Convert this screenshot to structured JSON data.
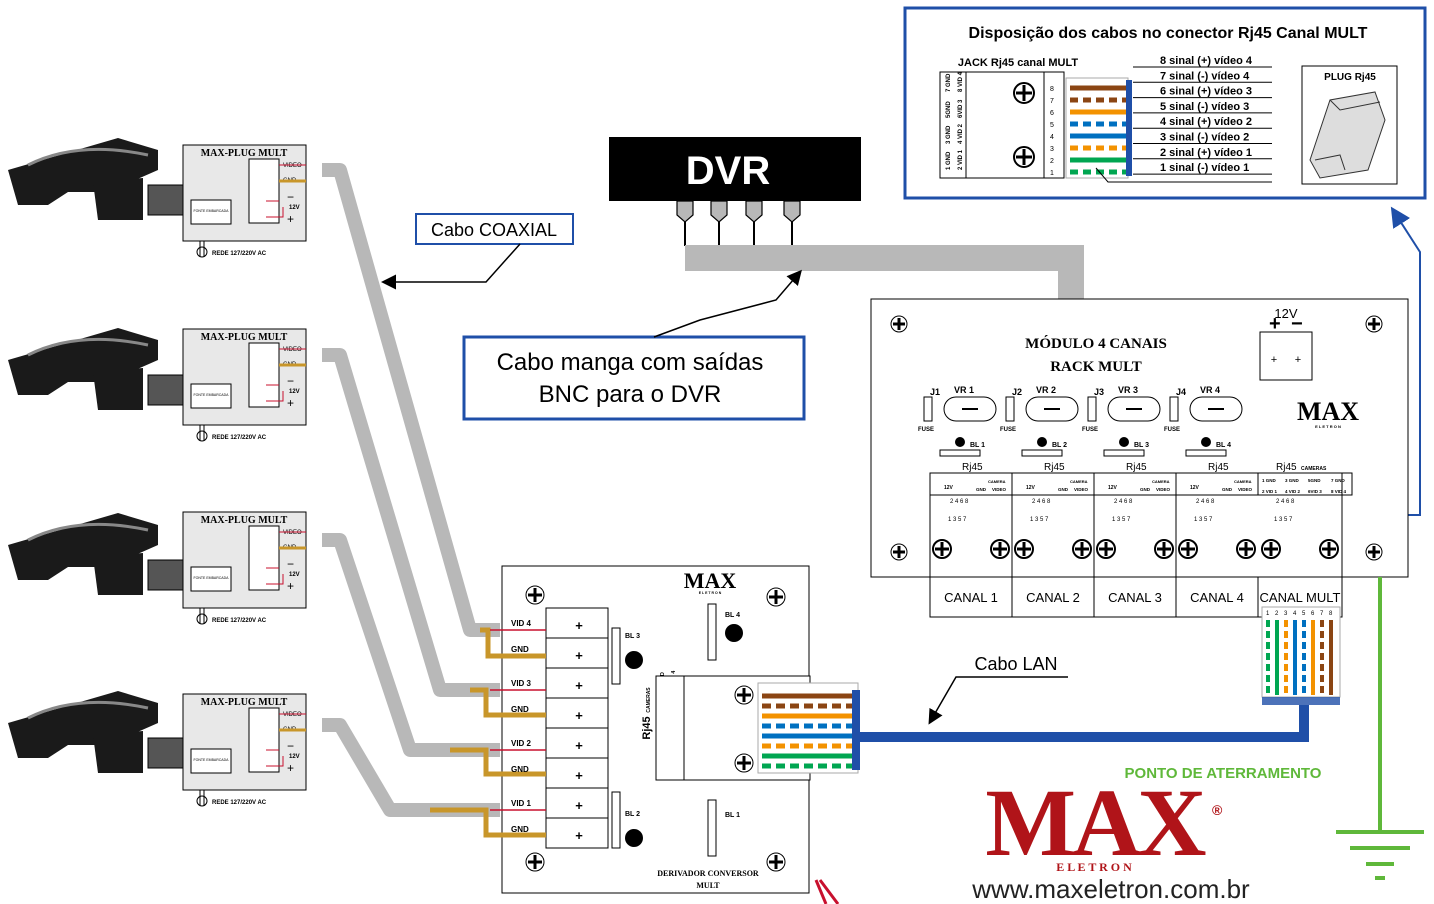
{
  "dvr": {
    "label": "DVR"
  },
  "callouts": {
    "coax": "Cabo COAXIAL",
    "manga_line1": "Cabo manga com saídas",
    "manga_line2": "BNC para o DVR",
    "lan": "Cabo LAN"
  },
  "plug_boxes": {
    "title": "MAX-PLUG MULT",
    "video": "VIDEO",
    "gnd": "GND",
    "v12": "12V",
    "minus": "−",
    "plus": "+",
    "fonte": "FONTE EMBARCADA",
    "rede": "REDE 127/220V AC"
  },
  "pinout": {
    "title": "Disposição dos cabos no conector Rj45 Canal MULT",
    "jack_title": "JACK Rj45 canal MULT",
    "plug_title": "PLUG Rj45",
    "jack_labels": [
      "1 GND",
      "2 VID 1",
      "3 GND",
      "4 VID 2",
      "5GND",
      "6VID 3",
      "7 GND",
      "8 VID 4"
    ],
    "signals": [
      "8 sinal (+) vídeo 4",
      "7 sinal (-) vídeo 4",
      "6 sinal (+) vídeo 3",
      "5 sinal (-) vídeo 3",
      "4 sinal (+) vídeo 2",
      "3 sinal (-) vídeo 2",
      "2 sinal (+) vídeo 1",
      "1 sinal (-) vídeo 1"
    ],
    "wire_colors": [
      "#8B4513",
      "#8B4513",
      "#F39200",
      "#0070c0",
      "#0070c0",
      "#F39200",
      "#00a651",
      "#00a651"
    ]
  },
  "module": {
    "title1": "MÓDULO 4 CANAIS",
    "title2": "RACK MULT",
    "v12": "12V",
    "plus": "+",
    "minus": "−",
    "brand": "MAX",
    "brand_sub": "E L E T R O N",
    "jumpers": [
      "J1",
      "J2",
      "J3",
      "J4"
    ],
    "fuse": "FUSE",
    "vrs": [
      "VR 1",
      "VR 2",
      "VR 3",
      "VR 4"
    ],
    "bls": [
      "BL 1",
      "BL 2",
      "BL 3",
      "BL 4"
    ],
    "rj45": "Rj45",
    "cameras": "CAMERAS",
    "channels": [
      "CANAL 1",
      "CANAL 2",
      "CANAL 3",
      "CANAL 4",
      "CANAL MULT"
    ],
    "pin_labels_top": "1 3  5 7",
    "pin_labels_even": "2 4 6 8",
    "gnd": "GND",
    "video": "VIDEO",
    "camera": "CAMERA"
  },
  "derivador": {
    "brand": "MAX",
    "brand_sub": "E L E T R O N",
    "vids": [
      "VID 4",
      "VID 3",
      "VID 2",
      "VID 1"
    ],
    "gnd": "GND",
    "plus": "+",
    "bls": [
      "BL 1",
      "BL 2",
      "BL 3",
      "BL 4"
    ],
    "rj45": "Rj45",
    "cameras": "CAMERAS",
    "footer1": "DERIVADOR CONVERSOR",
    "footer2": "MULT"
  },
  "ground": {
    "label": "PONTO DE ATERRAMENTO"
  },
  "logo": {
    "brand": "MAX",
    "sub": "E L E T R O N",
    "registered": "®"
  },
  "website": "www.maxeletron.com.br",
  "colors": {
    "blue": "#1f4fa8",
    "cable_gray": "#b8b8b8",
    "green": "#5fb83a",
    "red": "#c8102e",
    "gold": "#c8962a"
  }
}
